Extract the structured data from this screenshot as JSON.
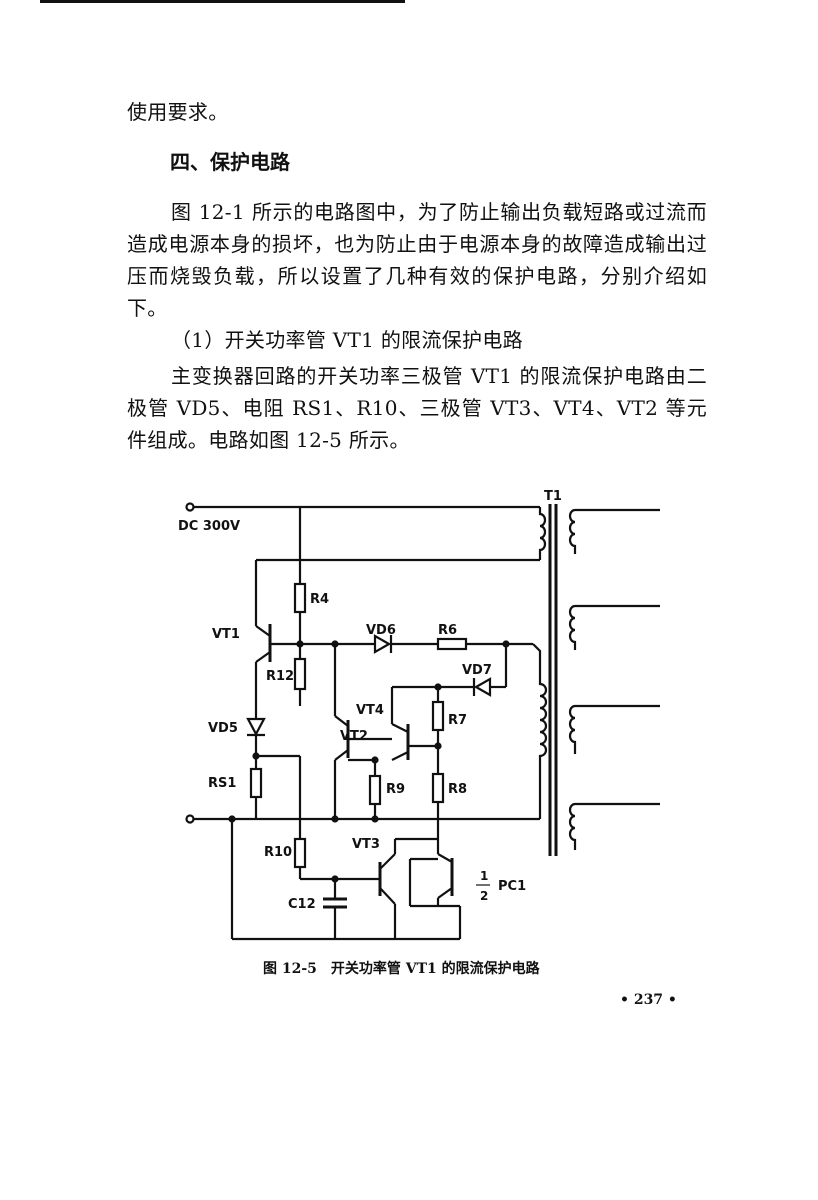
{
  "text": {
    "p_top": "使用要求。",
    "heading": "四、保护电路",
    "p1": "图 12-1 所示的电路图中，为了防止输出负载短路或过流而造成电源本身的损坏，也为防止由于电源本身的故障造成输出过压而烧毁负载，所以设置了几种有效的保护电路，分别介绍如下。",
    "p2": "（1）开关功率管 VT1 的限流保护电路",
    "p3": "主变换器回路的开关功率三极管 VT1 的限流保护电路由二极管 VD5、电阻 RS1、R10、三极管 VT3、VT4、VT2 等元件组成。电路如图 12-5 所示。"
  },
  "figure": {
    "caption": "图 12-5　开关功率管 VT1 的限流保护电路",
    "labels": {
      "dc": "DC 300V",
      "t1": "T1",
      "r4": "R4",
      "vt1": "VT1",
      "vd6": "VD6",
      "r6": "R6",
      "r12": "R12",
      "vd7": "VD7",
      "vt4": "VT4",
      "r7": "R7",
      "vd5": "VD5",
      "vt2": "VT2",
      "rs1": "RS1",
      "r9": "R9",
      "r8": "R8",
      "r10": "R10",
      "vt3": "VT3",
      "pc1": "PC1",
      "pc1_pin1": "1",
      "pc1_pin2": "2",
      "c12": "C12"
    }
  },
  "footer": {
    "page_number": "• 237 •"
  }
}
